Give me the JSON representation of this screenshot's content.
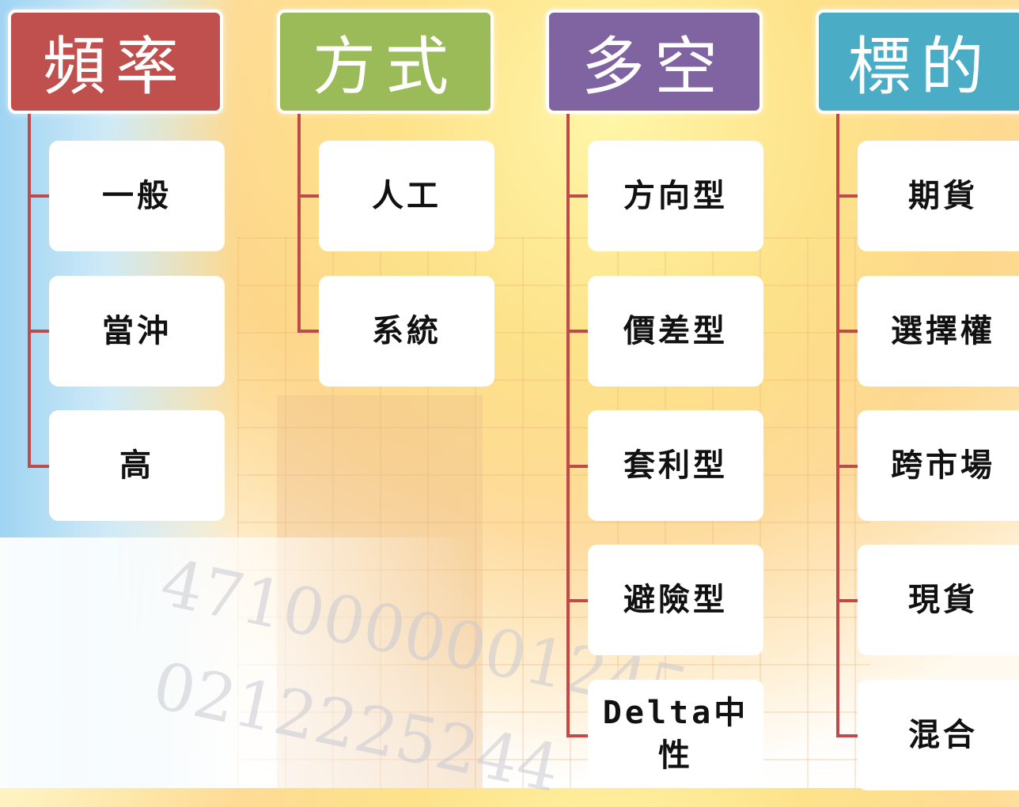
{
  "background": {
    "digit_lines": [
      "4710000001245",
      "0212225244"
    ]
  },
  "colors": {
    "connector": "#bf4a4a",
    "frequency_header": "#c0504d",
    "method_header": "#9bbb59",
    "direction_header": "#8064a2",
    "target_header": "#4bacc6"
  },
  "columns": [
    {
      "header": "頻率",
      "items": [
        "一般",
        "當沖",
        "高"
      ]
    },
    {
      "header": "方式",
      "items": [
        "人工",
        "系統"
      ]
    },
    {
      "header": "多空",
      "items": [
        "方向型",
        "價差型",
        "套利型",
        "避險型",
        "Delta中性"
      ]
    },
    {
      "header": "標的",
      "items": [
        "期貨",
        "選擇權",
        "跨市場",
        "現貨",
        "混合"
      ]
    }
  ]
}
